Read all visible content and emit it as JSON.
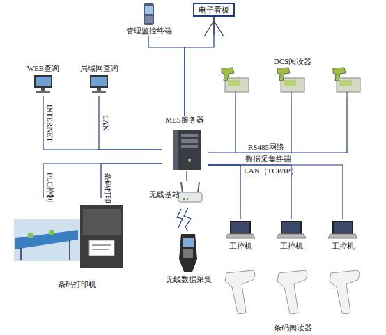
{
  "diagram": {
    "nodes": [
      {
        "text": [
          "管理监控终端"
        ]
      },
      {
        "text": [
          "电子看板"
        ]
      },
      {
        "text": [
          "WEB查询"
        ]
      },
      {
        "text": [
          "局域网查询"
        ]
      },
      {
        "text": [
          "DCS阅读器"
        ]
      },
      {
        "text": [
          "MES服务器"
        ]
      },
      {
        "text": [
          "无线基站"
        ]
      },
      {
        "text": [
          "工控机"
        ]
      },
      {
        "text": [
          "工控机"
        ]
      },
      {
        "text": [
          "工控机"
        ]
      },
      {
        "text": [
          "条码打印机"
        ]
      },
      {
        "text": [
          "无线数据采集"
        ]
      },
      {
        "text": [
          "条码阅读器"
        ]
      }
    ],
    "edges": [
      {
        "from": 5,
        "to": 0,
        "arrow": "none"
      },
      {
        "from": 5,
        "to": 1,
        "arrow": "none"
      },
      {
        "from": 2,
        "to": 5,
        "label": "INTERNET",
        "arrow": "none"
      },
      {
        "from": 3,
        "to": 5,
        "label": "LAN",
        "arrow": "none"
      },
      {
        "from": 4,
        "to": 5,
        "label": "RS485网络",
        "arrow": "none"
      },
      {
        "from": 5,
        "to": 7,
        "label": "LAN（TCP/IP）",
        "arrow": "none"
      },
      {
        "from": 5,
        "to": 8,
        "arrow": "none"
      },
      {
        "from": 5,
        "to": 9,
        "arrow": "none"
      },
      {
        "from": 5,
        "to": 10,
        "label": "PLC控制",
        "arrow": "none"
      },
      {
        "from": 5,
        "to": 10,
        "label": "条码打印",
        "arrow": "none"
      },
      {
        "from": 5,
        "to": 6,
        "arrow": "none"
      },
      {
        "from": 6,
        "to": 11,
        "arrow": "none"
      }
    ],
    "labels": [
      "数据采集终端"
    ]
  }
}
